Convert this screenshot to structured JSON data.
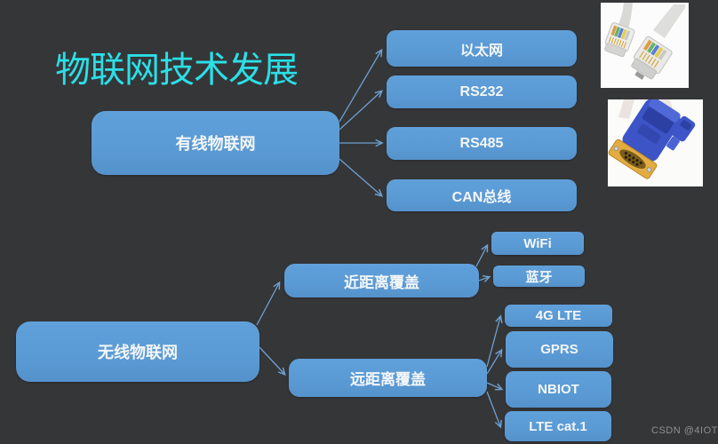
{
  "title": {
    "text": "物联网技术发展"
  },
  "watermark": {
    "text": "CSDN @4IOT"
  },
  "colors": {
    "background": "#353638",
    "node_fill": "#5B9BD5",
    "node_text": "#F4F6F8",
    "arrow": "#6FA0D0",
    "title_text": "#2BDFE6",
    "watermark_text": "#8F9092"
  },
  "diagram": {
    "wired": {
      "root": "有线物联网",
      "children": [
        "以太网",
        "RS232",
        "RS485",
        "CAN总线"
      ]
    },
    "wireless": {
      "root": "无线物联网",
      "short_range": {
        "label": "近距离覆盖",
        "children": [
          "WiFi",
          "蓝牙"
        ]
      },
      "long_range": {
        "label": "远距离覆盖",
        "children": [
          "4G LTE",
          "GPRS",
          "NBIOT",
          "LTE cat.1"
        ]
      }
    }
  },
  "images": {
    "ethernet_photo": "rj45-ethernet-cable-photo",
    "serial_photo": "db9-usb-serial-adapter-photo"
  }
}
